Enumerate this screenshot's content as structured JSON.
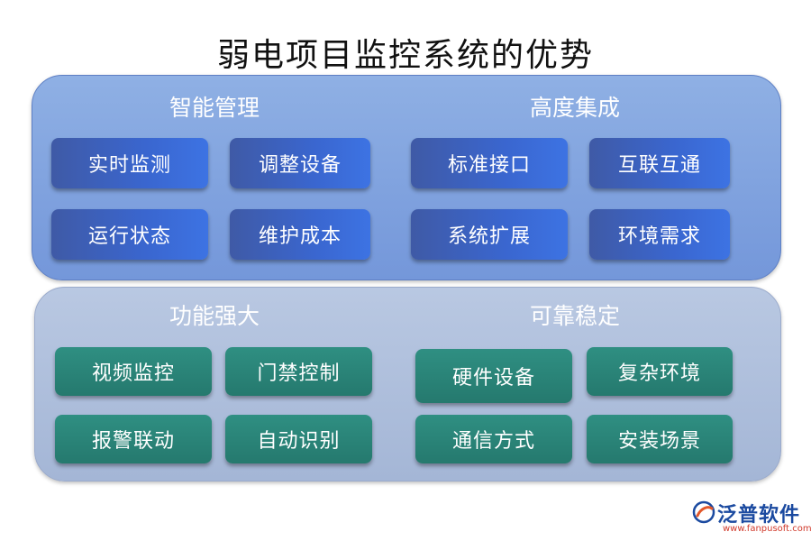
{
  "title": "弱电项目监控系统的优势",
  "groups": {
    "smart": {
      "title": "智能管理",
      "items": [
        "实时监测",
        "调整设备",
        "运行状态",
        "维护成本"
      ]
    },
    "integration": {
      "title": "高度集成",
      "items": [
        "标准接口",
        "互联互通",
        "系统扩展",
        "环境需求"
      ]
    },
    "power": {
      "title": "功能强大",
      "items": [
        "视频监控",
        "门禁控制",
        "报警联动",
        "自动识别"
      ]
    },
    "stable": {
      "title": "可靠稳定",
      "items": [
        "硬件设备",
        "复杂环境",
        "通信方式",
        "安装场景"
      ]
    }
  },
  "logo": {
    "text": "泛普软件",
    "url": "www.fanpusoft.com",
    "icon": "fanpu-logo-icon"
  },
  "colors": {
    "top_panel": "#7f9fdd",
    "bottom_panel": "#aebfdc",
    "blue_button": "#3a66cf",
    "teal_button": "#2a8478"
  }
}
